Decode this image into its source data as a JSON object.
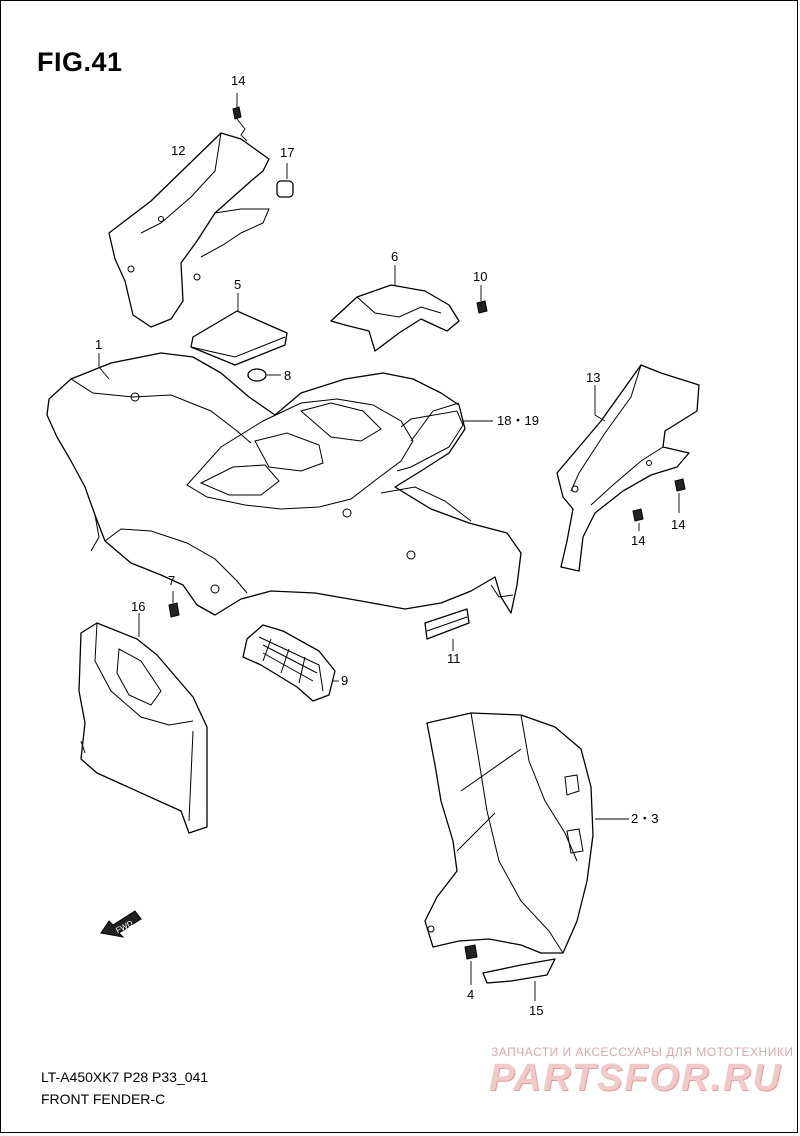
{
  "figure": {
    "title": "FIG.41",
    "model_code": "LT-A450XK7 P28 P33_041",
    "name": "FRONT FENDER-C"
  },
  "callouts": {
    "c1": "1",
    "c2_3": "2・3",
    "c4": "4",
    "c5": "5",
    "c6": "6",
    "c7": "7",
    "c8": "8",
    "c9": "9",
    "c10": "10",
    "c11": "11",
    "c12": "12",
    "c13": "13",
    "c14a": "14",
    "c14b": "14",
    "c14c": "14",
    "c15": "15",
    "c16": "16",
    "c17": "17",
    "c18_19": "18・19"
  },
  "direction_arrow": {
    "label": "FWD",
    "icon": "fwd-arrow-icon"
  },
  "watermark": {
    "subtitle": "ЗАПЧАСТИ И АКСЕССУАРЫ ДЛЯ МОТОТЕХНИКИ",
    "logo": "PARTSFOR.RU"
  }
}
